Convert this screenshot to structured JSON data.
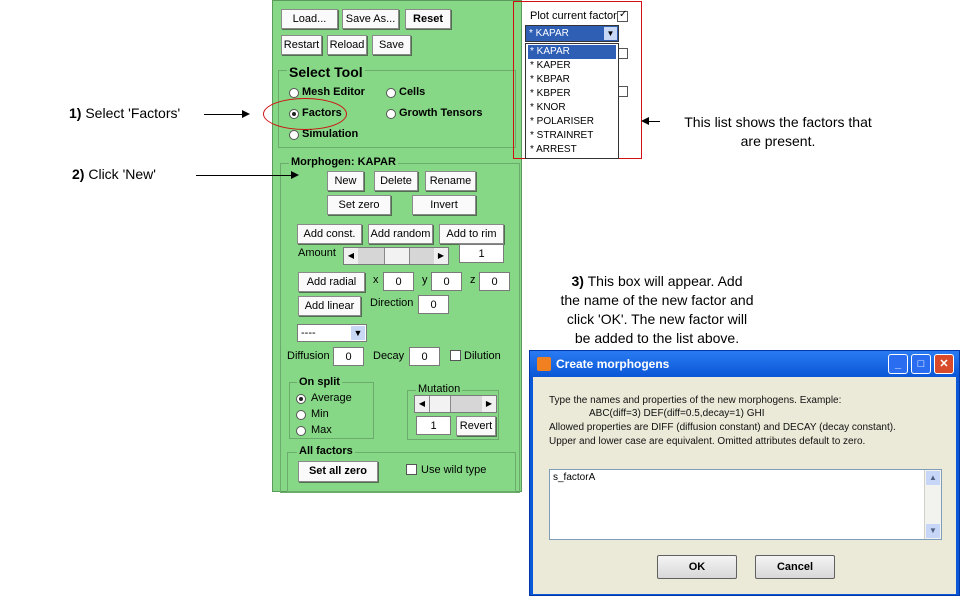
{
  "panel": {
    "top_buttons": {
      "load": "Load...",
      "save_as": "Save As...",
      "reset": "Reset",
      "restart": "Restart",
      "reload": "Reload",
      "save": "Save"
    },
    "plot_current_factor": "Plot current factor",
    "factor_select_value": "* KAPAR",
    "factor_list": [
      "* KAPAR",
      "* KAPER",
      "* KBPAR",
      "* KBPER",
      "* KNOR",
      "* POLARISER",
      "* STRAINRET",
      "* ARREST"
    ],
    "select_tool": {
      "title": "Select Tool",
      "mesh_editor": "Mesh Editor",
      "cells": "Cells",
      "factors": "Factors",
      "growth_tensors": "Growth Tensors",
      "simulation": "Simulation"
    },
    "morphogen": {
      "title": "Morphogen: KAPAR",
      "new": "New",
      "delete": "Delete",
      "rename": "Rename",
      "set_zero": "Set zero",
      "invert": "Invert",
      "add_const": "Add const.",
      "add_random": "Add random",
      "add_to_rim": "Add to rim",
      "amount_label": "Amount",
      "amount_value": "1",
      "add_radial": "Add radial",
      "x_label": "x",
      "x_value": "0",
      "y_label": "y",
      "y_value": "0",
      "z_label": "z",
      "z_value": "0",
      "add_linear": "Add linear",
      "direction_label": "Direction",
      "direction_value": "0",
      "popup_value": "----",
      "diffusion_label": "Diffusion",
      "diffusion_value": "0",
      "decay_label": "Decay",
      "decay_value": "0",
      "dilution_label": "Dilution"
    },
    "on_split": {
      "title": "On split",
      "average": "Average",
      "min": "Min",
      "max": "Max"
    },
    "mutation": {
      "title": "Mutation",
      "value": "1",
      "revert": "Revert"
    },
    "all_factors": {
      "title": "All factors",
      "set_all_zero": "Set all zero",
      "use_wild_type": "Use wild type"
    }
  },
  "annotations": {
    "step1_num": "1)",
    "step1_text": " Select 'Factors'",
    "step2_num": "2)",
    "step2_text": " Click 'New'",
    "list_note_1": "This list shows the factors that",
    "list_note_2": "are present.",
    "step3_num": "3)",
    "step3_line1": " This box will appear. Add",
    "step3_line2": "the name of the new factor and",
    "step3_line3": "click 'OK'. The new factor will",
    "step3_line4": "be added to the list above."
  },
  "dialog": {
    "title": "Create morphogens",
    "line1": "Type the names and properties of the new morphogens.  Example:",
    "line2": "ABC(diff=3) DEF(diff=0.5,decay=1) GHI",
    "line3": "Allowed properties are DIFF (diffusion constant) and DECAY (decay constant).",
    "line4": "Upper and lower case are equivalent. Omitted attributes default to zero.",
    "input_value": "s_factorA",
    "ok": "OK",
    "cancel": "Cancel"
  }
}
